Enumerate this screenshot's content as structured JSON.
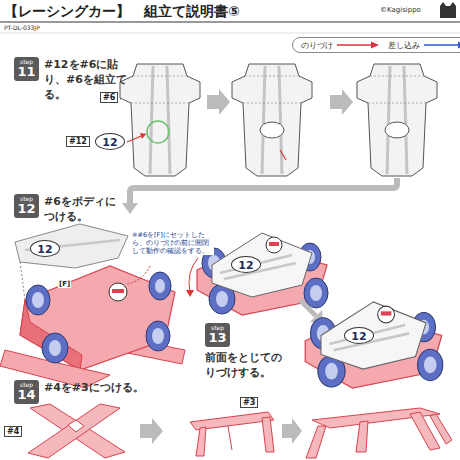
{
  "diagram": {
    "title": "【レーシングカー】　組立て説明書⑤",
    "nodes": [
      {
        "text": [
          "step",
          "11",
          "#12を#6に貼り、#6を組立てる。"
        ]
      },
      {
        "text": [
          "step",
          "12",
          "#6をボディにつける。"
        ]
      },
      {
        "text": [
          "step",
          "13",
          "前面をとじてのりづけする。"
        ]
      },
      {
        "text": [
          "step",
          "14",
          "#4を#3につける。"
        ]
      }
    ],
    "labels": [
      "PT-DL-033JP",
      "©Kagisippo",
      "#6",
      "#12",
      "12",
      "[F]",
      "※#6を[F]にセットしたら、のりづけの前に開閉して動作の確認をする。",
      "12",
      "12",
      "12",
      "#3",
      "#4"
    ],
    "legend": [
      {
        "text": "のりづけ"
      },
      {
        "text": "差し込み"
      }
    ]
  }
}
